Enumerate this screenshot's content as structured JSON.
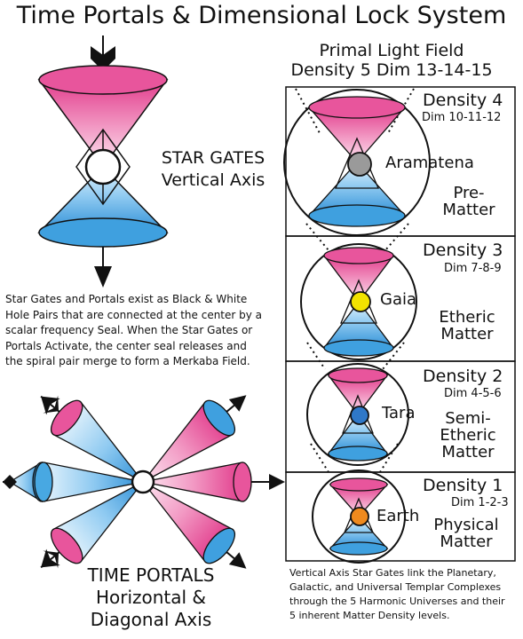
{
  "title": "Time Portals & Dimensional Lock System",
  "primal_field": {
    "line1": "Primal Light Field",
    "line2": "Density 5 Dim 13-14-15"
  },
  "star_gates": {
    "line1": "STAR GATES",
    "line2": "Vertical Axis"
  },
  "description": [
    "Star Gates and Portals exist as Black & White",
    "Hole Pairs that are connected at the center by a",
    "scalar frequency Seal. When the Star Gates or",
    "Portals Activate, the center seal releases and",
    "the spiral pair merge to form a Merkaba Field."
  ],
  "time_portals": {
    "line1": "TIME PORTALS",
    "line2": "Horizontal &",
    "line3": "Diagonal Axis"
  },
  "densities": [
    {
      "name": "Density 4",
      "dims": "Dim 10-11-12",
      "center_label": "Aramatena",
      "type_line1": "Pre-",
      "type_line2": "Matter",
      "type_line3": "",
      "center_color": "#9a9a9a"
    },
    {
      "name": "Density 3",
      "dims": "Dim 7-8-9",
      "center_label": "Gaia",
      "type_line1": "Etheric",
      "type_line2": "Matter",
      "type_line3": "",
      "center_color": "#f2e300"
    },
    {
      "name": "Density 2",
      "dims": "Dim 4-5-6",
      "center_label": "Tara",
      "type_line1": "Semi-",
      "type_line2": "Etheric",
      "type_line3": "Matter",
      "center_color": "#2f78c8"
    },
    {
      "name": "Density 1",
      "dims": "Dim 1-2-3",
      "center_label": "Earth",
      "type_line1": "Physical",
      "type_line2": "Matter",
      "type_line3": "",
      "center_color": "#ef8a1e"
    }
  ],
  "footer": [
    "Vertical Axis Star Gates link the Planetary,",
    "Galactic, and Universal Templar Complexes",
    "through the 5 Harmonic Universes and their",
    "5 inherent  Matter Density levels."
  ],
  "colors": {
    "pink": "#e75aa0",
    "blue": "#48a8e2",
    "center_white": "#ffffff"
  }
}
